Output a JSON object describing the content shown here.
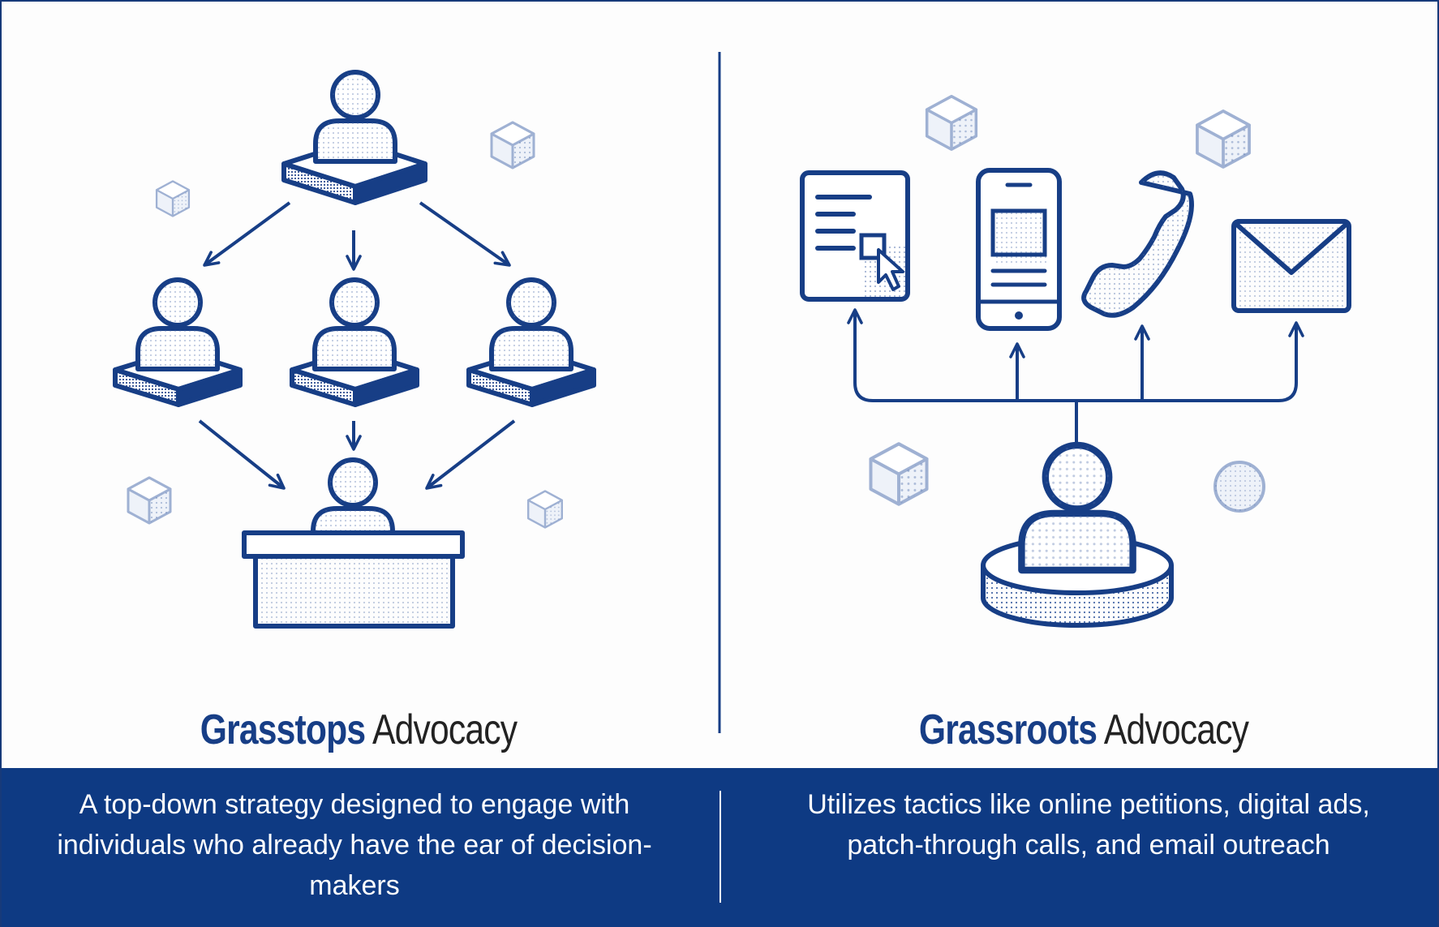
{
  "panels": {
    "left": {
      "title_accent": "Grasstops",
      "title_rest": "Advocacy",
      "description": "A top-down strategy designed to engage with individuals who already have the ear of decision-makers"
    },
    "right": {
      "title_accent": "Grassroots",
      "title_rest": "Advocacy",
      "description": "Utilizes tactics like online petitions, digital ads, patch-through calls, and email outreach"
    }
  },
  "icons": {
    "left": [
      "person-icon",
      "person-icon",
      "person-icon",
      "person-icon",
      "person-at-desk-icon",
      "cube-icon"
    ],
    "right": [
      "petition-form-icon",
      "mobile-phone-icon",
      "phone-call-icon",
      "email-envelope-icon",
      "person-on-pedestal-icon",
      "cube-icon",
      "sphere-icon"
    ]
  },
  "colors": {
    "primary": "#173e86",
    "footer_background": "#0e3a83",
    "decoration": "#9fb1d3",
    "title_secondary": "#222222",
    "footer_text": "#ffffff"
  }
}
